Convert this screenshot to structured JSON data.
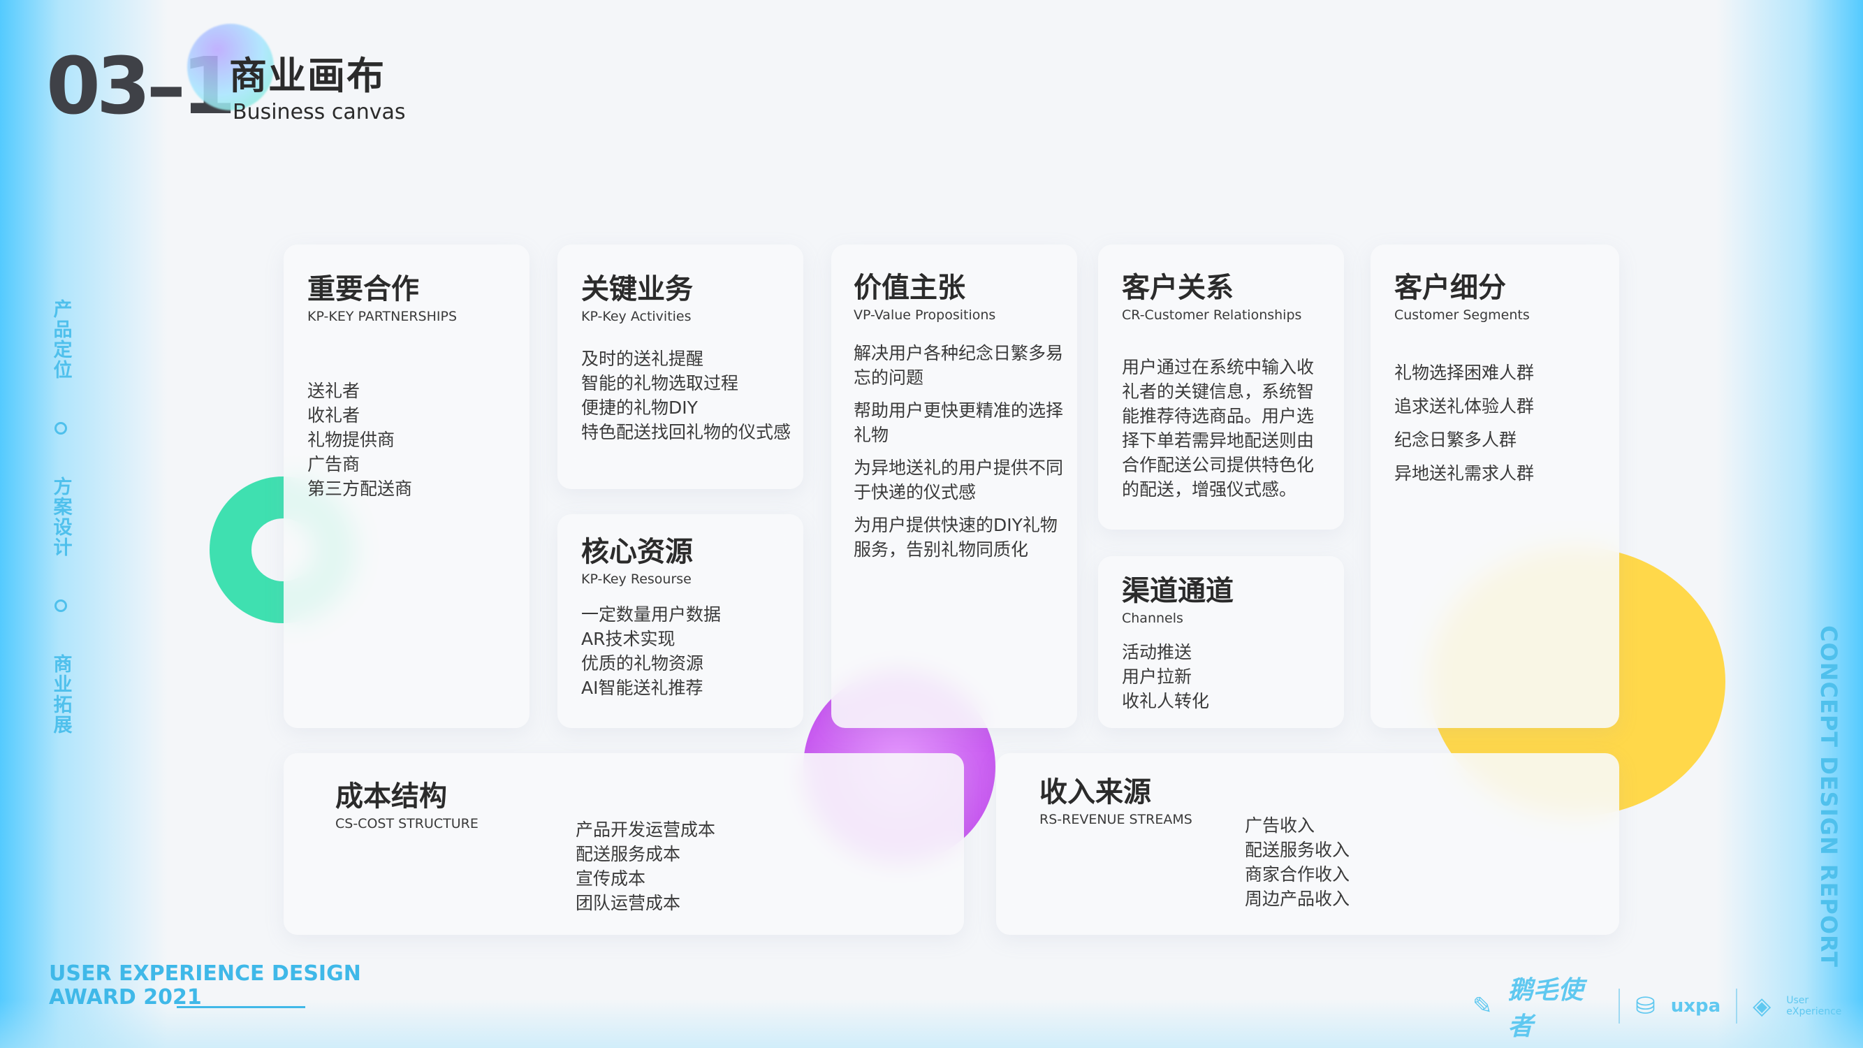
{
  "header": {
    "section_number": "03–1",
    "title_cn": "商业画布",
    "title_en": "Business canvas"
  },
  "side_nav": {
    "items": [
      "产品定位",
      "方案设计",
      "商业拓展"
    ]
  },
  "side_right_label": "CONCEPT DESIGN REPORT",
  "canvas": {
    "key_partnerships": {
      "title": "重要合作",
      "subtitle": "KP-KEY PARTNERSHIPS",
      "items": [
        "送礼者",
        "收礼者",
        "礼物提供商",
        "广告商",
        "第三方配送商"
      ]
    },
    "key_activities": {
      "title": "关键业务",
      "subtitle": "KP-Key Activities",
      "items": [
        "及时的送礼提醒",
        "智能的礼物选取过程",
        "便捷的礼物DIY",
        "特色配送找回礼物的仪式感"
      ]
    },
    "key_resources": {
      "title": "核心资源",
      "subtitle": "KP-Key Resourse",
      "items": [
        "一定数量用户数据",
        "AR技术实现",
        "优质的礼物资源",
        "AI智能送礼推荐"
      ]
    },
    "value_propositions": {
      "title": "价值主张",
      "subtitle": "VP-Value Propositions",
      "items": [
        "解决用户各种纪念日繁多易忘的问题",
        "帮助用户更快更精准的选择礼物",
        "为异地送礼的用户提供不同于快递的仪式感",
        "为用户提供快速的DIY礼物服务，告别礼物同质化"
      ]
    },
    "customer_relationships": {
      "title": "客户关系",
      "subtitle": "CR-Customer Relationships",
      "text": "用户通过在系统中输入收礼者的关键信息，系统智能推荐待选商品。用户选择下单若需异地配送则由合作配送公司提供特色化的配送，增强仪式感。"
    },
    "channels": {
      "title": "渠道通道",
      "subtitle": "Channels",
      "items": [
        "活动推送",
        "用户拉新",
        "收礼人转化"
      ]
    },
    "customer_segments": {
      "title": "客户细分",
      "subtitle": "Customer Segments",
      "items": [
        "礼物选择困难人群",
        "追求送礼体验人群",
        "纪念日繁多人群",
        "异地送礼需求人群"
      ]
    },
    "cost_structure": {
      "title": "成本结构",
      "subtitle": "CS-COST STRUCTURE",
      "items": [
        "产品开发运营成本",
        "配送服务成本",
        "宣传成本",
        "团队运营成本"
      ]
    },
    "revenue_streams": {
      "title": "收入来源",
      "subtitle": "RS-REVENUE STREAMS",
      "items": [
        "广告收入",
        "配送服务收入",
        "商家合作收入",
        "周边产品收入"
      ]
    }
  },
  "footer": {
    "award_line1": "USER EXPERIENCE DESIGN",
    "award_line2": "AWARD 2021",
    "logo1": "鹅毛使者",
    "logo2": "uxpa",
    "logo3": "User eXperience"
  },
  "colors": {
    "accent_blue": "#4fc0ec",
    "green": "#3fe0b0",
    "purple": "#c85af0",
    "yellow": "#ffd84a"
  }
}
